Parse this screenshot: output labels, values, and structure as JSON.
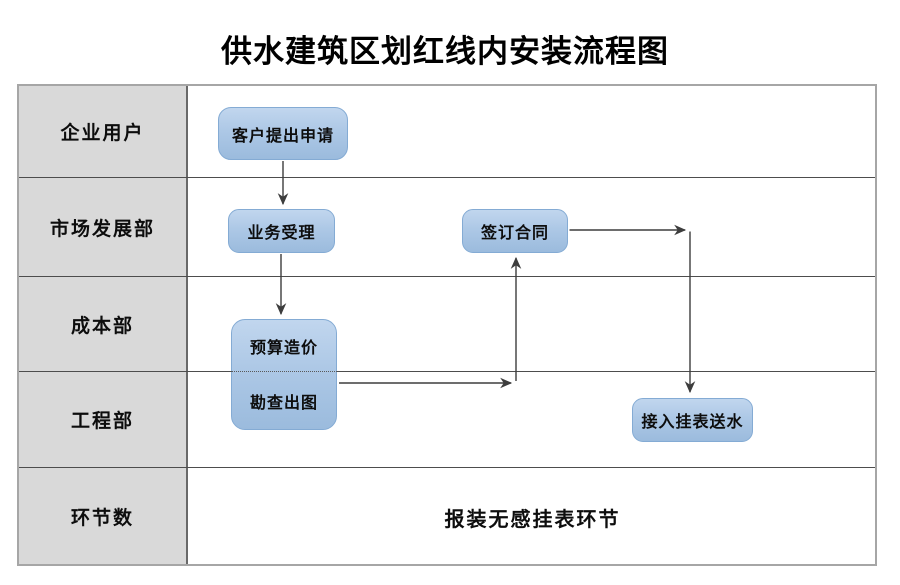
{
  "title": "供水建筑区划红线内安装流程图",
  "lanes": [
    "企业用户",
    "市场发展部",
    "成本部",
    "工程部",
    "环节数"
  ],
  "nodes": {
    "apply": {
      "label": "客户提出申请"
    },
    "accept": {
      "label": "业务受理"
    },
    "contract": {
      "label": "签订合同"
    },
    "budget": {
      "label": "预算造价"
    },
    "survey": {
      "label": "勘查出图"
    },
    "connect": {
      "label": "接入挂表送水"
    }
  },
  "edges": [
    {
      "from": "apply",
      "to": "accept"
    },
    {
      "from": "accept",
      "to": "budget"
    },
    {
      "from": "survey",
      "to": "contract"
    },
    {
      "from": "contract",
      "to": "connect"
    }
  ],
  "footer_note": "报装无感挂表环节",
  "colors": {
    "node_fill_top": "#c1d6ee",
    "node_fill_bottom": "#9bbbdd",
    "node_border": "#84abd4",
    "lane_background": "#d9d9d9",
    "outer_border": "#a6a6a6",
    "inner_line": "#4d4d4d",
    "arrow_line": "#3d3d3d",
    "text": "#0d0d0d"
  }
}
